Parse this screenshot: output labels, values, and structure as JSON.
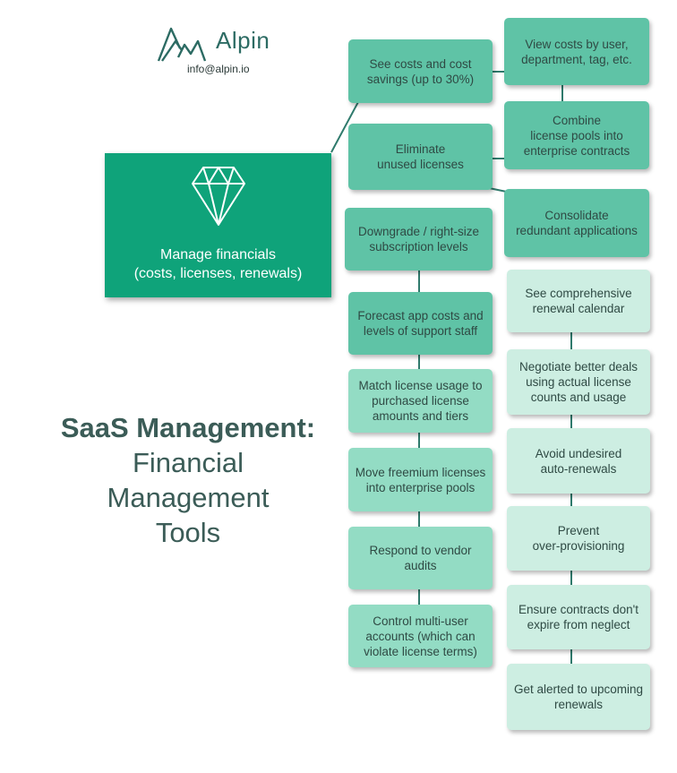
{
  "brand": {
    "name": "Alpin",
    "email": "info@alpin.io"
  },
  "hub": {
    "label": "Manage financials\n(costs, licenses, renewals)",
    "icon": "diamond-icon"
  },
  "title": {
    "line1": "SaaS Management:",
    "line2": "Financial\nManagement\nTools"
  },
  "colors": {
    "hub": "#0fa37a",
    "dark": "#5fc3a6",
    "medium": "#93dcc4",
    "pale": "#cdeee2",
    "line": "#2f7a6c"
  },
  "left_column": [
    "See costs and cost\nsavings (up to 30%)",
    "Eliminate\nunused licenses",
    "Downgrade / right-size\nsubscription levels",
    "Forecast app costs and\nlevels of support staff",
    "Match license usage to\npurchased license\namounts and tiers",
    "Move freemium licenses\ninto enterprise pools",
    "Respond to vendor\naudits",
    "Control multi-user\naccounts (which can\nviolate license terms)"
  ],
  "right_column": [
    "View costs by user,\ndepartment, tag, etc.",
    "Combine\nlicense pools into\nenterprise contracts",
    "Consolidate\nredundant applications",
    "See comprehensive\nrenewal calendar",
    "Negotiate better deals\nusing actual license\ncounts and usage",
    "Avoid undesired\nauto-renewals",
    "Prevent\nover-provisioning",
    "Ensure contracts don't\nexpire from neglect",
    "Get alerted to upcoming\nrenewals"
  ]
}
